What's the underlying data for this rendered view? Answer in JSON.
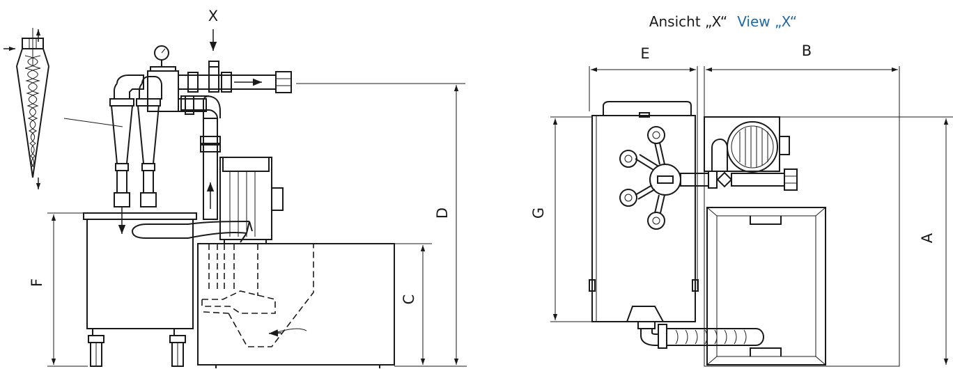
{
  "view_heading": {
    "german": "Ansicht „X“",
    "english": "View „X“",
    "german_color": "#1a1a1a",
    "english_color": "#1f6aa5"
  },
  "side_view": {
    "view_marker": "X",
    "dimensions": [
      "D",
      "F",
      "C"
    ]
  },
  "top_view": {
    "dimensions": [
      "E",
      "B",
      "G",
      "A"
    ]
  }
}
